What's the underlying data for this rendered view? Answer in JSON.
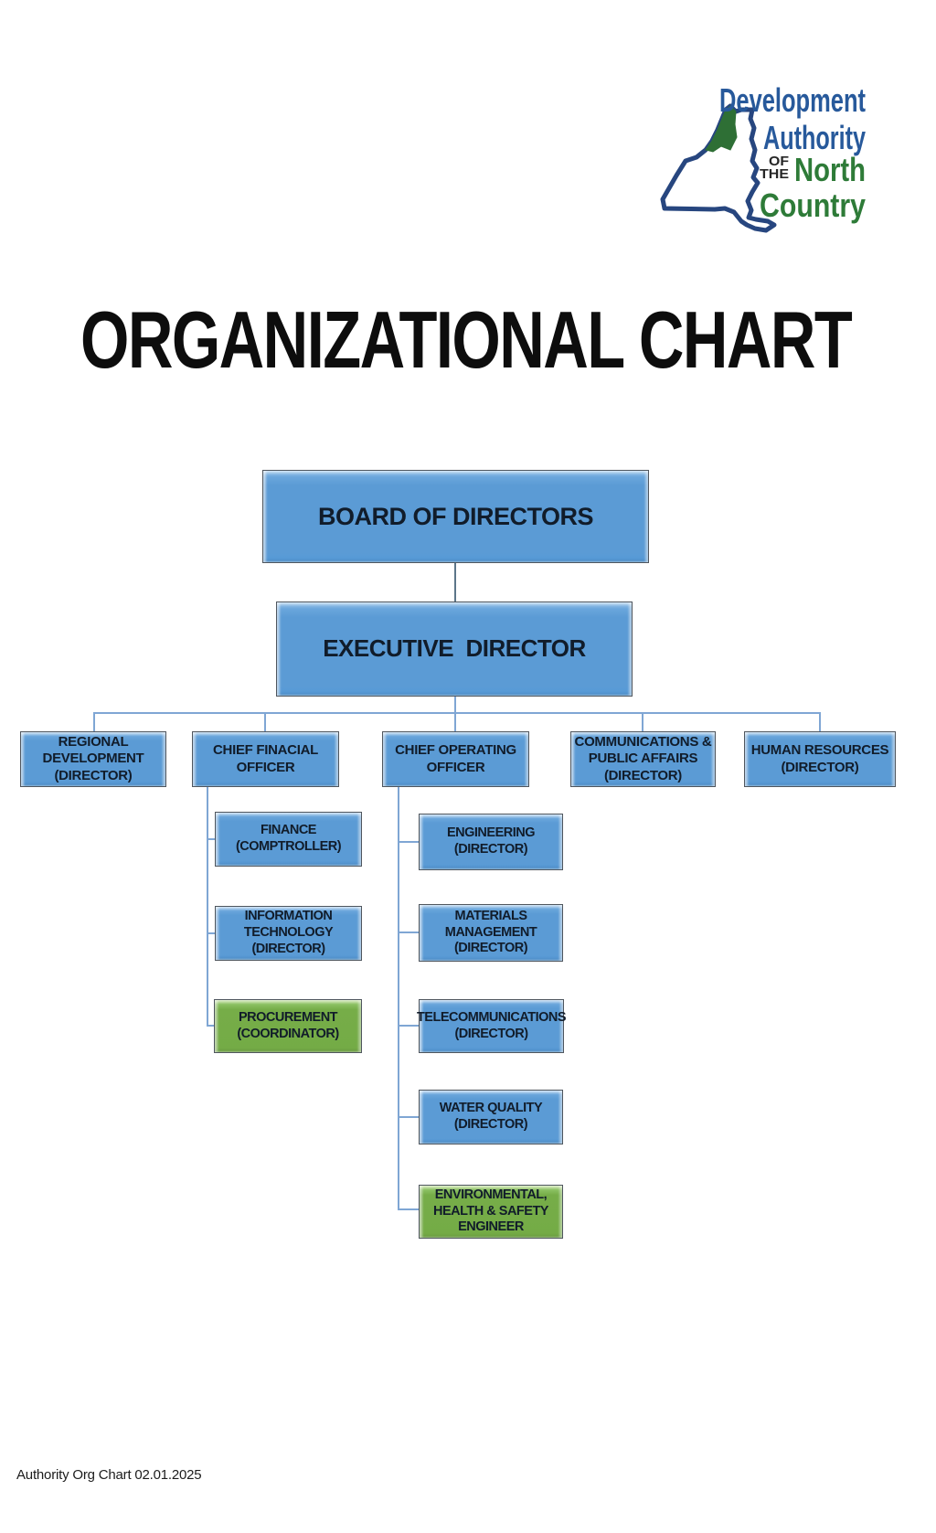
{
  "title": "ORGANIZATIONAL CHART",
  "footer": "Authority Org Chart 02.01.2025",
  "logo": {
    "development": "Development",
    "authority": "Authority",
    "of": "OF",
    "the": "THE",
    "north": "North",
    "country": "Country"
  },
  "org": {
    "board": "BOARD OF DIRECTORS",
    "executive": "EXECUTIVE  DIRECTOR",
    "level2": [
      "REGIONAL\nDEVELOPMENT\n(DIRECTOR)",
      "CHIEF FINACIAL\nOFFICER",
      "CHIEF OPERATING\nOFFICER",
      "COMMUNICATIONS &\nPUBLIC AFFAIRS\n(DIRECTOR)",
      "HUMAN RESOURCES\n(DIRECTOR)"
    ],
    "cfo_children": [
      {
        "text": "FINANCE\n(COMPTROLLER)",
        "style": "blue"
      },
      {
        "text": "INFORMATION\nTECHNOLOGY\n(DIRECTOR)",
        "style": "blue"
      },
      {
        "text": "PROCUREMENT\n(COORDINATOR)",
        "style": "green"
      }
    ],
    "coo_children": [
      {
        "text": "ENGINEERING\n(DIRECTOR)",
        "style": "blue"
      },
      {
        "text": "MATERIALS\nMANAGEMENT\n(DIRECTOR)",
        "style": "blue"
      },
      {
        "text": "TELECOMMUNICATIONS\n(DIRECTOR)",
        "style": "blue"
      },
      {
        "text": "WATER QUALITY\n(DIRECTOR)",
        "style": "blue"
      },
      {
        "text": "ENVIRONMENTAL,\nHEALTH & SAFETY\nENGINEER",
        "style": "green"
      }
    ]
  },
  "colors": {
    "node_blue": "#5b9bd5",
    "node_green": "#76ad48",
    "connector": "#7fa6d4",
    "logo_blue": "#27599b",
    "logo_green": "#2e7b38",
    "logo_outline": "#27467f",
    "title_text": "#0d0d0d"
  }
}
